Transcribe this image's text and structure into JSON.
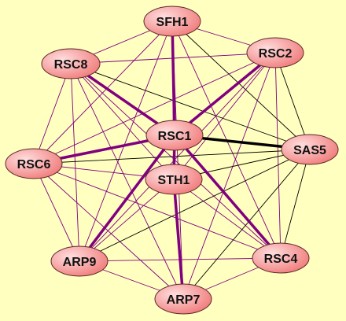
{
  "graph": {
    "nodes": [
      {
        "id": "SFH1",
        "label": "SFH1"
      },
      {
        "id": "RSC2",
        "label": "RSC2"
      },
      {
        "id": "RSC8",
        "label": "RSC8"
      },
      {
        "id": "RSC1",
        "label": "RSC1"
      },
      {
        "id": "SAS5",
        "label": "SAS5"
      },
      {
        "id": "RSC6",
        "label": "RSC6"
      },
      {
        "id": "STH1",
        "label": "STH1"
      },
      {
        "id": "ARP9",
        "label": "ARP9"
      },
      {
        "id": "RSC4",
        "label": "RSC4"
      },
      {
        "id": "ARP7",
        "label": "ARP7"
      }
    ],
    "edges": [
      {
        "source": "RSC1",
        "target": "SAS5",
        "style": "strong-black"
      },
      {
        "source": "RSC1",
        "target": "SFH1",
        "style": "strong-purple"
      },
      {
        "source": "RSC1",
        "target": "RSC2",
        "style": "strong-purple"
      },
      {
        "source": "RSC1",
        "target": "RSC8",
        "style": "strong-purple"
      },
      {
        "source": "RSC1",
        "target": "RSC6",
        "style": "strong-purple"
      },
      {
        "source": "RSC1",
        "target": "STH1",
        "style": "strong-purple"
      },
      {
        "source": "RSC1",
        "target": "ARP9",
        "style": "strong-purple"
      },
      {
        "source": "RSC1",
        "target": "RSC4",
        "style": "strong-purple"
      },
      {
        "source": "STH1",
        "target": "ARP7",
        "style": "strong-purple"
      },
      {
        "source": "SFH1",
        "target": "RSC2",
        "style": "thin-purple"
      },
      {
        "source": "SFH1",
        "target": "RSC8",
        "style": "thin-purple"
      },
      {
        "source": "SFH1",
        "target": "RSC6",
        "style": "thin-purple"
      },
      {
        "source": "SFH1",
        "target": "STH1",
        "style": "thin-purple"
      },
      {
        "source": "SFH1",
        "target": "ARP9",
        "style": "thin-purple"
      },
      {
        "source": "SFH1",
        "target": "RSC4",
        "style": "thin-purple"
      },
      {
        "source": "SFH1",
        "target": "ARP7",
        "style": "thin-purple"
      },
      {
        "source": "SFH1",
        "target": "SAS5",
        "style": "thin-black"
      },
      {
        "source": "RSC2",
        "target": "RSC8",
        "style": "thin-purple"
      },
      {
        "source": "RSC2",
        "target": "RSC6",
        "style": "thin-purple"
      },
      {
        "source": "RSC2",
        "target": "STH1",
        "style": "thin-purple"
      },
      {
        "source": "RSC2",
        "target": "ARP9",
        "style": "thin-purple"
      },
      {
        "source": "RSC2",
        "target": "RSC4",
        "style": "thin-purple"
      },
      {
        "source": "RSC2",
        "target": "ARP7",
        "style": "thin-purple"
      },
      {
        "source": "RSC2",
        "target": "SAS5",
        "style": "thin-black"
      },
      {
        "source": "RSC8",
        "target": "RSC6",
        "style": "thin-purple"
      },
      {
        "source": "RSC8",
        "target": "STH1",
        "style": "thin-purple"
      },
      {
        "source": "RSC8",
        "target": "ARP9",
        "style": "thin-purple"
      },
      {
        "source": "RSC8",
        "target": "RSC4",
        "style": "thin-purple"
      },
      {
        "source": "RSC8",
        "target": "ARP7",
        "style": "thin-purple"
      },
      {
        "source": "RSC8",
        "target": "SAS5",
        "style": "thin-black"
      },
      {
        "source": "RSC6",
        "target": "STH1",
        "style": "thin-purple"
      },
      {
        "source": "RSC6",
        "target": "ARP9",
        "style": "thin-purple"
      },
      {
        "source": "RSC6",
        "target": "RSC4",
        "style": "thin-purple"
      },
      {
        "source": "RSC6",
        "target": "ARP7",
        "style": "thin-purple"
      },
      {
        "source": "RSC6",
        "target": "SAS5",
        "style": "thin-black"
      },
      {
        "source": "STH1",
        "target": "ARP9",
        "style": "thin-purple"
      },
      {
        "source": "STH1",
        "target": "RSC4",
        "style": "thin-purple"
      },
      {
        "source": "STH1",
        "target": "SAS5",
        "style": "thin-black"
      },
      {
        "source": "ARP9",
        "target": "RSC4",
        "style": "thin-purple"
      },
      {
        "source": "ARP9",
        "target": "ARP7",
        "style": "thin-purple"
      },
      {
        "source": "ARP9",
        "target": "SAS5",
        "style": "thin-black"
      },
      {
        "source": "RSC4",
        "target": "ARP7",
        "style": "thin-purple"
      },
      {
        "source": "RSC4",
        "target": "SAS5",
        "style": "thin-black"
      },
      {
        "source": "ARP7",
        "target": "SAS5",
        "style": "thin-black"
      }
    ]
  },
  "colors": {
    "background": "#ffffc0",
    "node_fill_light": "#ffd8d8",
    "node_fill_dark": "#f07878",
    "node_stroke": "#5a2a2a",
    "edge_purple": "#800080",
    "edge_black": "#000000"
  }
}
